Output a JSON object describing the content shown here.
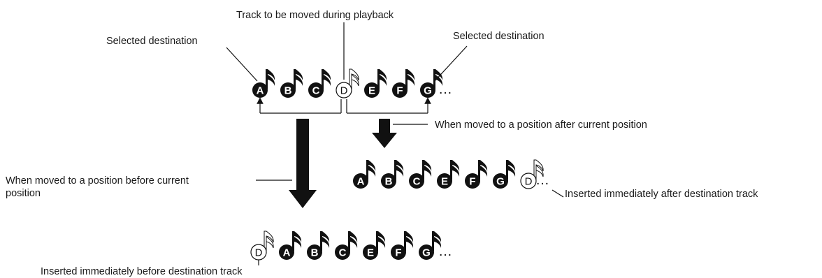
{
  "labels": {
    "track_moved": "Track to be moved during playback",
    "selected_destination_left": "Selected destination",
    "selected_destination_right": "Selected destination",
    "moved_after": "When moved to a position after current position",
    "moved_before_line1": "When moved to a position before current",
    "moved_before_line2": "position",
    "inserted_after": "Inserted immediately after destination track",
    "inserted_before": "Inserted immediately before destination track"
  },
  "rows": {
    "original": [
      "A",
      "B",
      "C",
      "D",
      "E",
      "F",
      "G"
    ],
    "after": [
      "A",
      "B",
      "C",
      "E",
      "F",
      "G",
      "D"
    ],
    "before": [
      "D",
      "A",
      "B",
      "C",
      "E",
      "F",
      "G"
    ]
  },
  "moved_track": "D",
  "ellipsis": "…"
}
